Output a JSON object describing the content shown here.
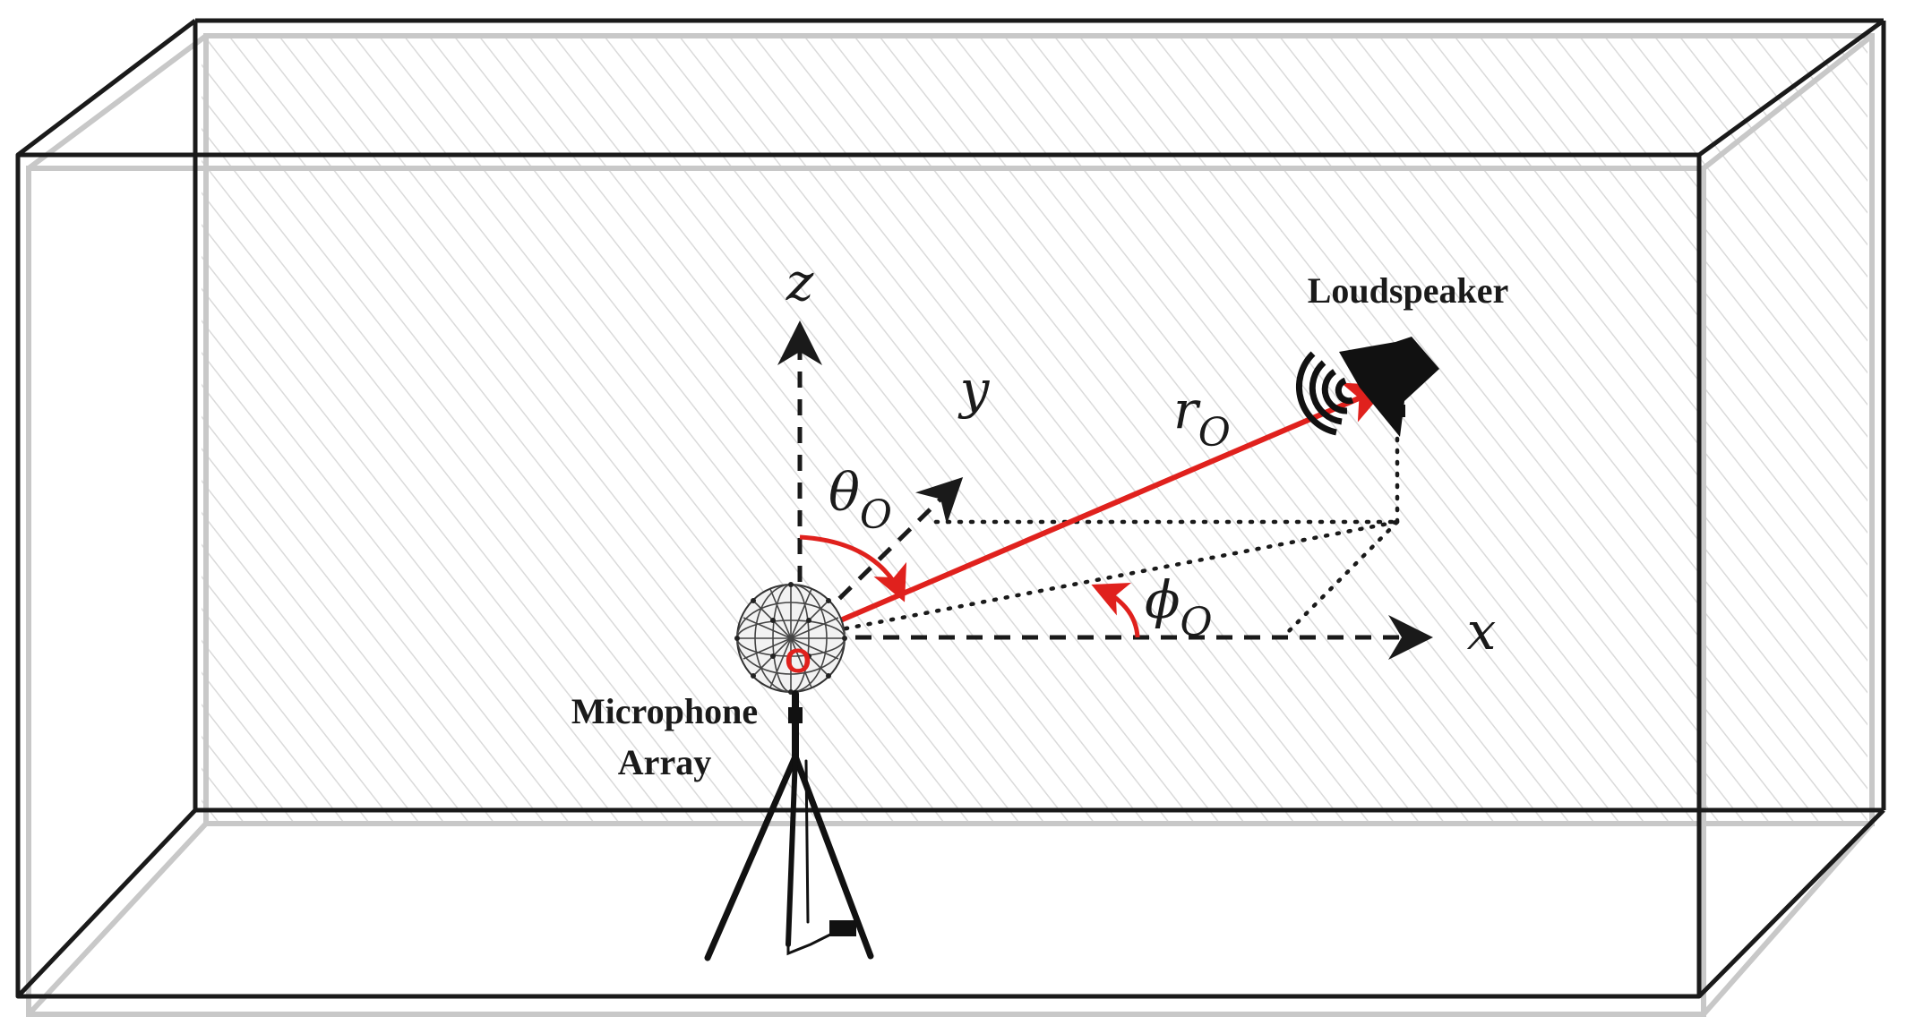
{
  "labels": {
    "z_axis": "z",
    "y_axis": "y",
    "x_axis": "x",
    "r_main": "r",
    "r_sub": "O",
    "theta_main": "θ",
    "theta_sub": "O",
    "phi_main": "ϕ",
    "phi_sub": "O",
    "origin": "O",
    "loudspeaker": "Loudspeaker",
    "mic_line1": "Microphone",
    "mic_line2": "Array"
  },
  "colors": {
    "frame": "#1a1a1a",
    "ghost_frame": "#c8c8c8",
    "hatch": "#dcdcdc",
    "vector": "#e0211d",
    "axis": "#1a1a1a"
  },
  "icons": {
    "speaker": "loudspeaker-icon",
    "mic": "spherical-microphone-array-icon"
  }
}
